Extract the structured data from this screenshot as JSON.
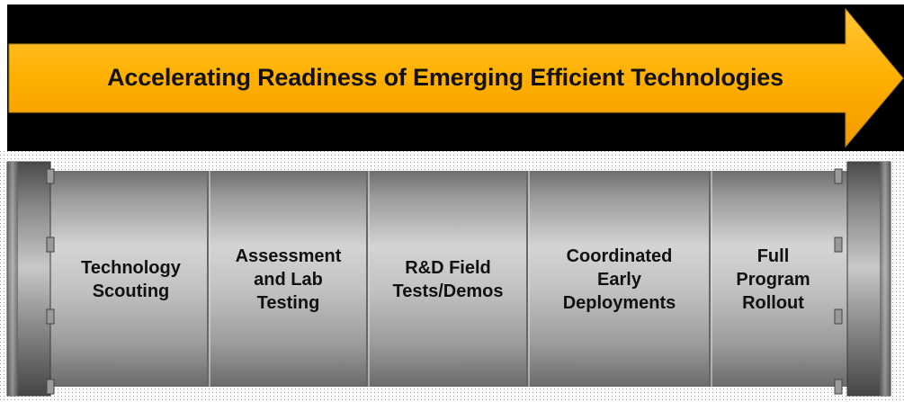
{
  "banner": {
    "title": "Accelerating Readiness of Emerging Efficient Technologies",
    "arrow_color": "#FFB400",
    "background_color": "#000000"
  },
  "pipeline": {
    "pipe_color": "#A8A8A8",
    "stages": [
      {
        "label": "Technology\nScouting"
      },
      {
        "label": "Assessment\nand Lab\nTesting"
      },
      {
        "label": "R&D Field\nTests/Demos"
      },
      {
        "label": "Coordinated\nEarly\nDeployments"
      },
      {
        "label": "Full\nProgram\nRollout"
      }
    ]
  }
}
